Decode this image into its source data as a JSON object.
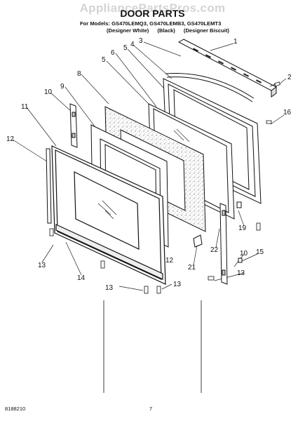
{
  "watermark": "AppliancePartsPros.com",
  "title": "DOOR PARTS",
  "models": "For Models: GS470LEMQ3, GS470LEMB3, GS470LEMT3",
  "colors": [
    "(Designer White)",
    "(Black)",
    "(Designer Biscuit)"
  ],
  "callouts": [
    {
      "id": "c1",
      "text": "1"
    },
    {
      "id": "c2",
      "text": "2"
    },
    {
      "id": "c3",
      "text": "3"
    },
    {
      "id": "c4",
      "text": "4"
    },
    {
      "id": "c5a",
      "text": "5"
    },
    {
      "id": "c5b",
      "text": "5"
    },
    {
      "id": "c6",
      "text": "6"
    },
    {
      "id": "c8",
      "text": "8"
    },
    {
      "id": "c9",
      "text": "9"
    },
    {
      "id": "c10a",
      "text": "10"
    },
    {
      "id": "c10b",
      "text": "10"
    },
    {
      "id": "c11",
      "text": "11"
    },
    {
      "id": "c12a",
      "text": "12"
    },
    {
      "id": "c12b",
      "text": "12"
    },
    {
      "id": "c13a",
      "text": "13"
    },
    {
      "id": "c13b",
      "text": "13"
    },
    {
      "id": "c13c",
      "text": "13"
    },
    {
      "id": "c13d",
      "text": "13"
    },
    {
      "id": "c14",
      "text": "14"
    },
    {
      "id": "c15",
      "text": "15"
    },
    {
      "id": "c16",
      "text": "16"
    },
    {
      "id": "c19",
      "text": "19"
    },
    {
      "id": "c21",
      "text": "21"
    },
    {
      "id": "c22",
      "text": "22"
    }
  ],
  "footer": {
    "part_number": "8188210",
    "page": "7"
  }
}
